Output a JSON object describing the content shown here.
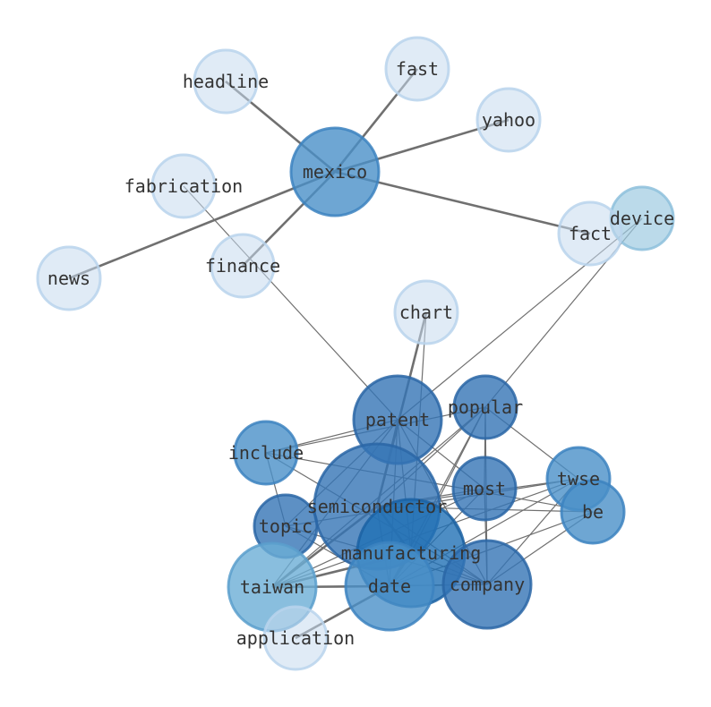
{
  "graph": {
    "nodes": [
      {
        "id": "headline",
        "label": "headline",
        "tone": "pale"
      },
      {
        "id": "fast",
        "label": "fast",
        "tone": "pale"
      },
      {
        "id": "yahoo",
        "label": "yahoo",
        "tone": "pale"
      },
      {
        "id": "mexico",
        "label": "mexico",
        "tone": "medium"
      },
      {
        "id": "fabrication",
        "label": "fabrication",
        "tone": "pale"
      },
      {
        "id": "device",
        "label": "device",
        "tone": "light"
      },
      {
        "id": "fact",
        "label": "fact",
        "tone": "pale"
      },
      {
        "id": "news",
        "label": "news",
        "tone": "pale"
      },
      {
        "id": "finance",
        "label": "finance",
        "tone": "pale"
      },
      {
        "id": "chart",
        "label": "chart",
        "tone": "pale"
      },
      {
        "id": "patent",
        "label": "patent",
        "tone": "dark"
      },
      {
        "id": "popular",
        "label": "popular",
        "tone": "dark"
      },
      {
        "id": "include",
        "label": "include",
        "tone": "medium"
      },
      {
        "id": "twse",
        "label": "twse",
        "tone": "medium"
      },
      {
        "id": "most",
        "label": "most",
        "tone": "dark"
      },
      {
        "id": "be",
        "label": "be",
        "tone": "medium"
      },
      {
        "id": "semiconductor",
        "label": "semiconductor",
        "tone": "dark"
      },
      {
        "id": "topic",
        "label": "topic",
        "tone": "dark"
      },
      {
        "id": "manufacturing",
        "label": "manufacturing",
        "tone": "deep"
      },
      {
        "id": "taiwan",
        "label": "taiwan",
        "tone": "mediumlight"
      },
      {
        "id": "date",
        "label": "date",
        "tone": "medium"
      },
      {
        "id": "company",
        "label": "company",
        "tone": "dark"
      },
      {
        "id": "application",
        "label": "application",
        "tone": "pale"
      }
    ],
    "edges": [
      {
        "source": "mexico",
        "target": "headline",
        "weight": "heavy"
      },
      {
        "source": "mexico",
        "target": "fast",
        "weight": "heavy"
      },
      {
        "source": "mexico",
        "target": "yahoo",
        "weight": "heavy"
      },
      {
        "source": "mexico",
        "target": "news",
        "weight": "heavy"
      },
      {
        "source": "mexico",
        "target": "finance",
        "weight": "heavy"
      },
      {
        "source": "mexico",
        "target": "fact",
        "weight": "heavy"
      },
      {
        "source": "fabrication",
        "target": "patent",
        "weight": "light"
      },
      {
        "source": "chart",
        "target": "semiconductor",
        "weight": "heavy"
      },
      {
        "source": "chart",
        "target": "manufacturing",
        "weight": "light"
      },
      {
        "source": "device",
        "target": "patent",
        "weight": "light"
      },
      {
        "source": "device",
        "target": "popular",
        "weight": "light"
      },
      {
        "source": "patent",
        "target": "include",
        "weight": "light"
      },
      {
        "source": "patent",
        "target": "most",
        "weight": "light"
      },
      {
        "source": "patent",
        "target": "semiconductor",
        "weight": "light"
      },
      {
        "source": "patent",
        "target": "manufacturing",
        "weight": "light"
      },
      {
        "source": "patent",
        "target": "company",
        "weight": "light"
      },
      {
        "source": "patent",
        "target": "date",
        "weight": "light"
      },
      {
        "source": "patent",
        "target": "taiwan",
        "weight": "light"
      },
      {
        "source": "patent",
        "target": "topic",
        "weight": "light"
      },
      {
        "source": "popular",
        "target": "include",
        "weight": "light"
      },
      {
        "source": "popular",
        "target": "twse",
        "weight": "light"
      },
      {
        "source": "popular",
        "target": "most",
        "weight": "light"
      },
      {
        "source": "popular",
        "target": "semiconductor",
        "weight": "light"
      },
      {
        "source": "popular",
        "target": "company",
        "weight": "light"
      },
      {
        "source": "popular",
        "target": "manufacturing",
        "weight": "light"
      },
      {
        "source": "popular",
        "target": "taiwan",
        "weight": "light"
      },
      {
        "source": "popular",
        "target": "date",
        "weight": "light"
      },
      {
        "source": "include",
        "target": "company",
        "weight": "light"
      },
      {
        "source": "include",
        "target": "be",
        "weight": "light"
      },
      {
        "source": "include",
        "target": "topic",
        "weight": "light"
      },
      {
        "source": "twse",
        "target": "semiconductor",
        "weight": "light"
      },
      {
        "source": "twse",
        "target": "company",
        "weight": "light"
      },
      {
        "source": "twse",
        "target": "taiwan",
        "weight": "light"
      },
      {
        "source": "twse",
        "target": "date",
        "weight": "light"
      },
      {
        "source": "twse",
        "target": "topic",
        "weight": "light"
      },
      {
        "source": "be",
        "target": "semiconductor",
        "weight": "light"
      },
      {
        "source": "be",
        "target": "company",
        "weight": "light"
      },
      {
        "source": "be",
        "target": "date",
        "weight": "light"
      },
      {
        "source": "most",
        "target": "company",
        "weight": "light"
      },
      {
        "source": "most",
        "target": "semiconductor",
        "weight": "light"
      },
      {
        "source": "most",
        "target": "taiwan",
        "weight": "light"
      },
      {
        "source": "most",
        "target": "date",
        "weight": "light"
      },
      {
        "source": "semiconductor",
        "target": "taiwan",
        "weight": "heavy"
      },
      {
        "source": "semiconductor",
        "target": "manufacturing",
        "weight": "heavy"
      },
      {
        "source": "semiconductor",
        "target": "company",
        "weight": "light"
      },
      {
        "source": "semiconductor",
        "target": "date",
        "weight": "light"
      },
      {
        "source": "topic",
        "target": "company",
        "weight": "light"
      },
      {
        "source": "topic",
        "target": "date",
        "weight": "light"
      },
      {
        "source": "manufacturing",
        "target": "taiwan",
        "weight": "heavy"
      },
      {
        "source": "manufacturing",
        "target": "date",
        "weight": "heavy"
      },
      {
        "source": "manufacturing",
        "target": "company",
        "weight": "light"
      },
      {
        "source": "taiwan",
        "target": "date",
        "weight": "heavy"
      },
      {
        "source": "taiwan",
        "target": "company",
        "weight": "light"
      },
      {
        "source": "date",
        "target": "application",
        "weight": "heavy"
      },
      {
        "source": "date",
        "target": "company",
        "weight": "light"
      }
    ],
    "palette": {
      "pale": "#c6dbef",
      "light": "#9ecae1",
      "mediumlight": "#6baed6",
      "medium": "#4a90c8",
      "dark": "#3574b5",
      "deep": "#2171b5",
      "edge": "#707070"
    }
  }
}
